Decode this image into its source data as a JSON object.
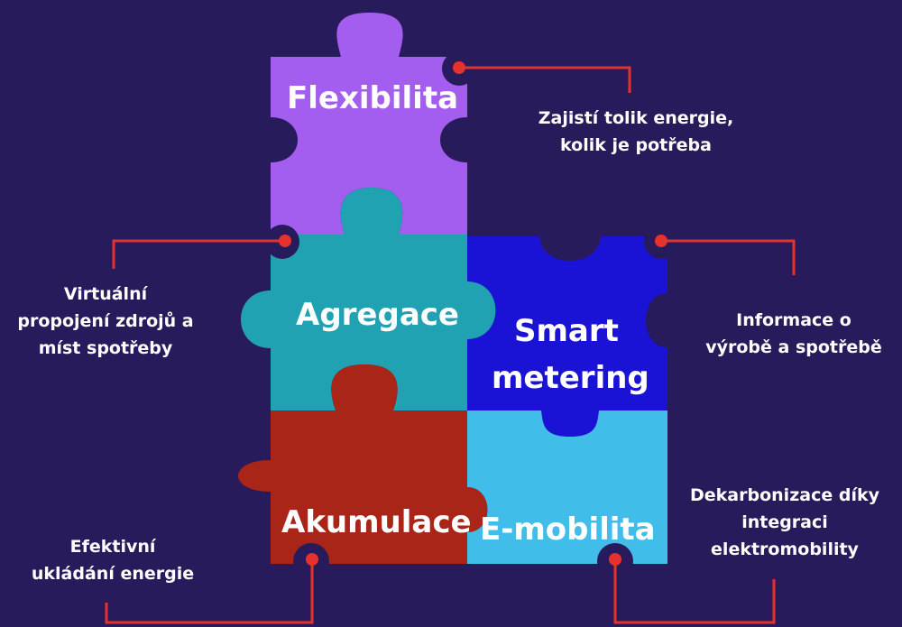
{
  "colors": {
    "background": "#281b5b",
    "connector": "#e5322d",
    "flexibilita": "#a35ef0",
    "agregace": "#20a2b3",
    "smart_metering": "#1a12d4",
    "akumulace": "#a82517",
    "emobilita": "#41bdea"
  },
  "pieces": {
    "flexibilita": "Flexibilita",
    "agregace": "Agregace",
    "smart_line1": "Smart",
    "smart_line2": "metering",
    "akumulace": "Akumulace",
    "emobilita": "E-mobilita"
  },
  "captions": {
    "flex_line1": "Zajistí tolik energie,",
    "flex_line2": "kolik je potřeba",
    "agr_line1": "Virtuální",
    "agr_line2": "propojení zdrojů a",
    "agr_line3": "míst spotřeby",
    "smart_line1": "Informace o",
    "smart_line2": "výrobě a spotřebě",
    "akum_line1": "Efektivní",
    "akum_line2": "ukládání energie",
    "emob_line1": "Dekarbonizace díky",
    "emob_line2": "integraci",
    "emob_line3": "elektromobility"
  }
}
